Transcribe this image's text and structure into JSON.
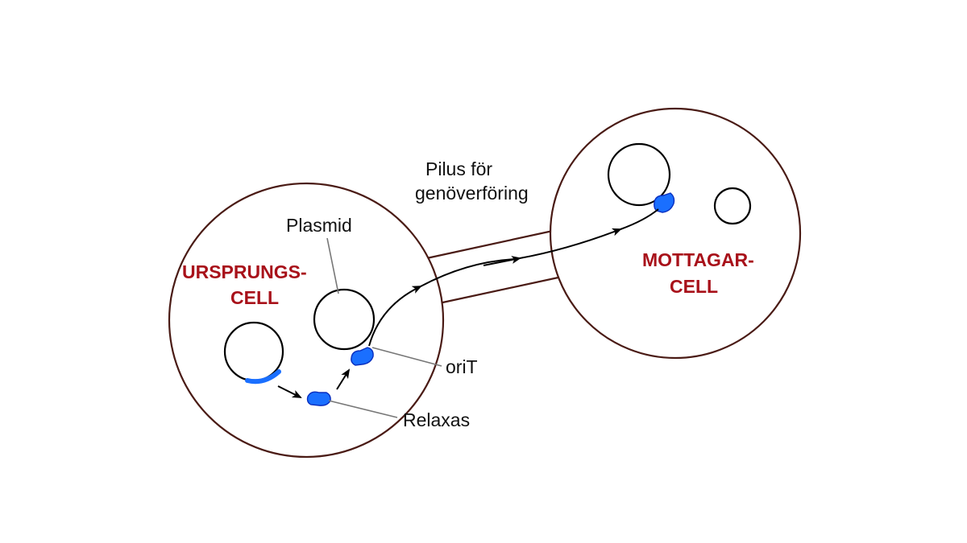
{
  "labels": {
    "plasmid": "Plasmid",
    "pilus_line1": "Pilus för",
    "pilus_line2": "genöverföring",
    "origin_cell_line1": "URSPRUNGS-",
    "origin_cell_line2": "CELL",
    "recipient_cell_line1": "MOTTAGAR-",
    "recipient_cell_line2": "CELL",
    "orit": "oriT",
    "relaxas": "Relaxas"
  },
  "colors": {
    "cell_outline": "#4a1b15",
    "cell_label": "#a8111a",
    "relaxase": "#1a6fff",
    "text": "#111111"
  }
}
